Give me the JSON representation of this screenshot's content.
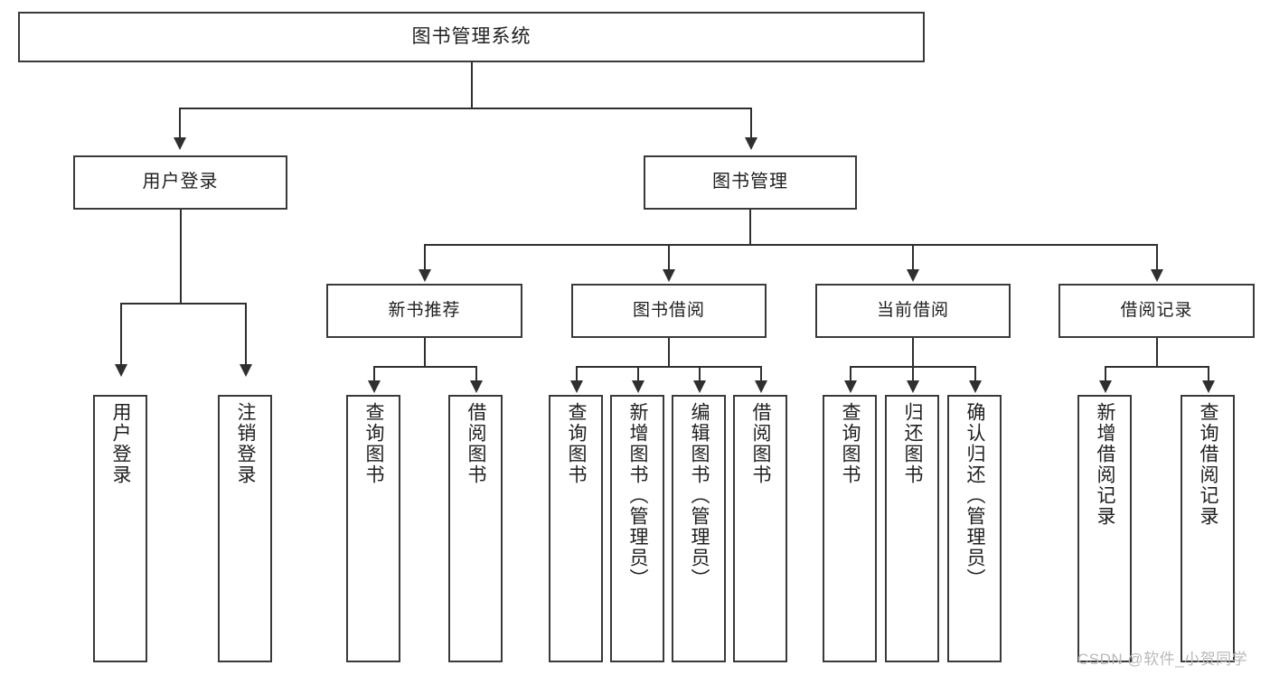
{
  "diagram": {
    "type": "tree",
    "title": "图书管理系统",
    "root": {
      "label": "图书管理系统"
    },
    "tier2": [
      {
        "label": "用户登录"
      },
      {
        "label": "图书管理"
      }
    ],
    "tier3": [
      {
        "label": "新书推荐"
      },
      {
        "label": "图书借阅"
      },
      {
        "label": "当前借阅"
      },
      {
        "label": "借阅记录"
      }
    ],
    "leaves": {
      "user_login": [
        {
          "label": "用户登录"
        },
        {
          "label": "注销登录"
        }
      ],
      "new_book_recommend": [
        {
          "label": "查询图书"
        },
        {
          "label": "借阅图书"
        }
      ],
      "book_borrow": [
        {
          "label": "查询图书"
        },
        {
          "label": "新增图书（管理员）"
        },
        {
          "label": "编辑图书（管理员）"
        },
        {
          "label": "借阅图书"
        }
      ],
      "current_borrow": [
        {
          "label": "查询图书"
        },
        {
          "label": "归还图书"
        },
        {
          "label": "确认归还（管理员）"
        }
      ],
      "borrow_record": [
        {
          "label": "新增借阅记录"
        },
        {
          "label": "查询借阅记录"
        }
      ]
    },
    "watermark": "CSDN @软件_小贺同学",
    "colors": {
      "background": "#ffffff",
      "border": "#3a3a3a",
      "connector": "#2f2f2f",
      "text": "#1f1f1f",
      "watermark": "#b9b9b9"
    }
  }
}
